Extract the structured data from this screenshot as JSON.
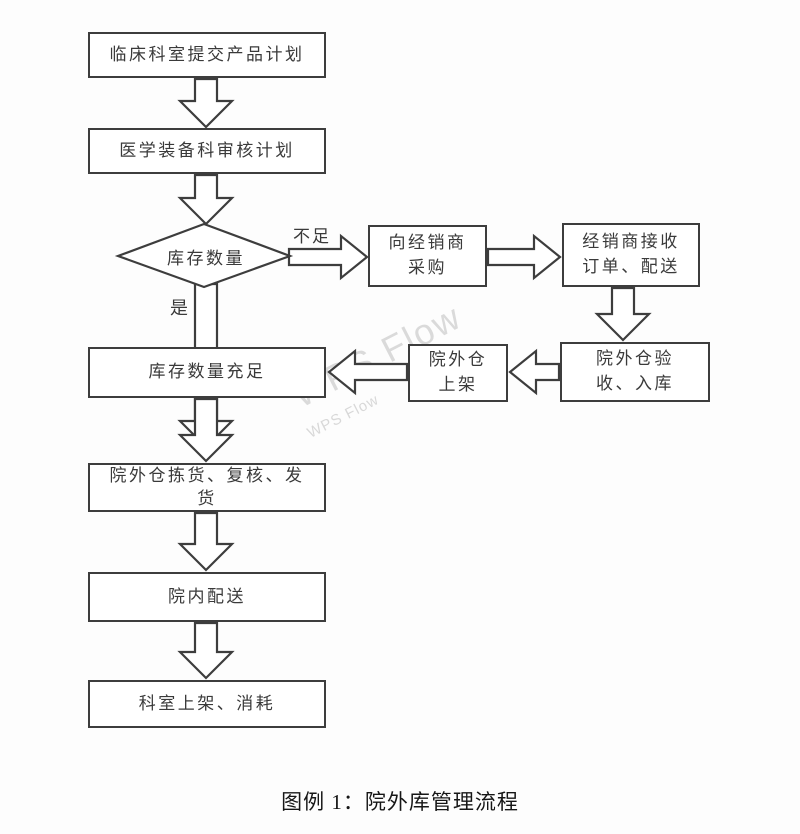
{
  "page": {
    "caption": "图例 1：院外库管理流程"
  },
  "watermark": {
    "large": "WPS Flow",
    "small": "WPS Flow"
  },
  "colors": {
    "stroke": "#3d3d3d",
    "text": "#3a3a3a",
    "box_fill": "#ffffff",
    "watermark": "#d5d5d5",
    "background": "#fdfdfd"
  },
  "flowchart": {
    "nodes": [
      {
        "id": "submit-plan",
        "label": "临床科室提交产品计划"
      },
      {
        "id": "review-plan",
        "label": "医学装备科审核计划"
      },
      {
        "id": "stock-decision",
        "label": "库存数量"
      },
      {
        "id": "purchase",
        "label": "向经销商\n采购"
      },
      {
        "id": "dealer-receive",
        "label": "经销商接收\n订单、配送"
      },
      {
        "id": "warehouse-inbound",
        "label": "院外仓验\n收、入库"
      },
      {
        "id": "warehouse-shelve",
        "label": "院外仓\n上架"
      },
      {
        "id": "stock-sufficient",
        "label": "库存数量充足"
      },
      {
        "id": "pick-pack-ship",
        "label": "院外仓拣货、复核、发\n货"
      },
      {
        "id": "hospital-deliver",
        "label": "院内配送"
      },
      {
        "id": "dept-consume",
        "label": "科室上架、消耗"
      }
    ],
    "edge_labels": {
      "insufficient": "不足",
      "yes": "是"
    }
  }
}
